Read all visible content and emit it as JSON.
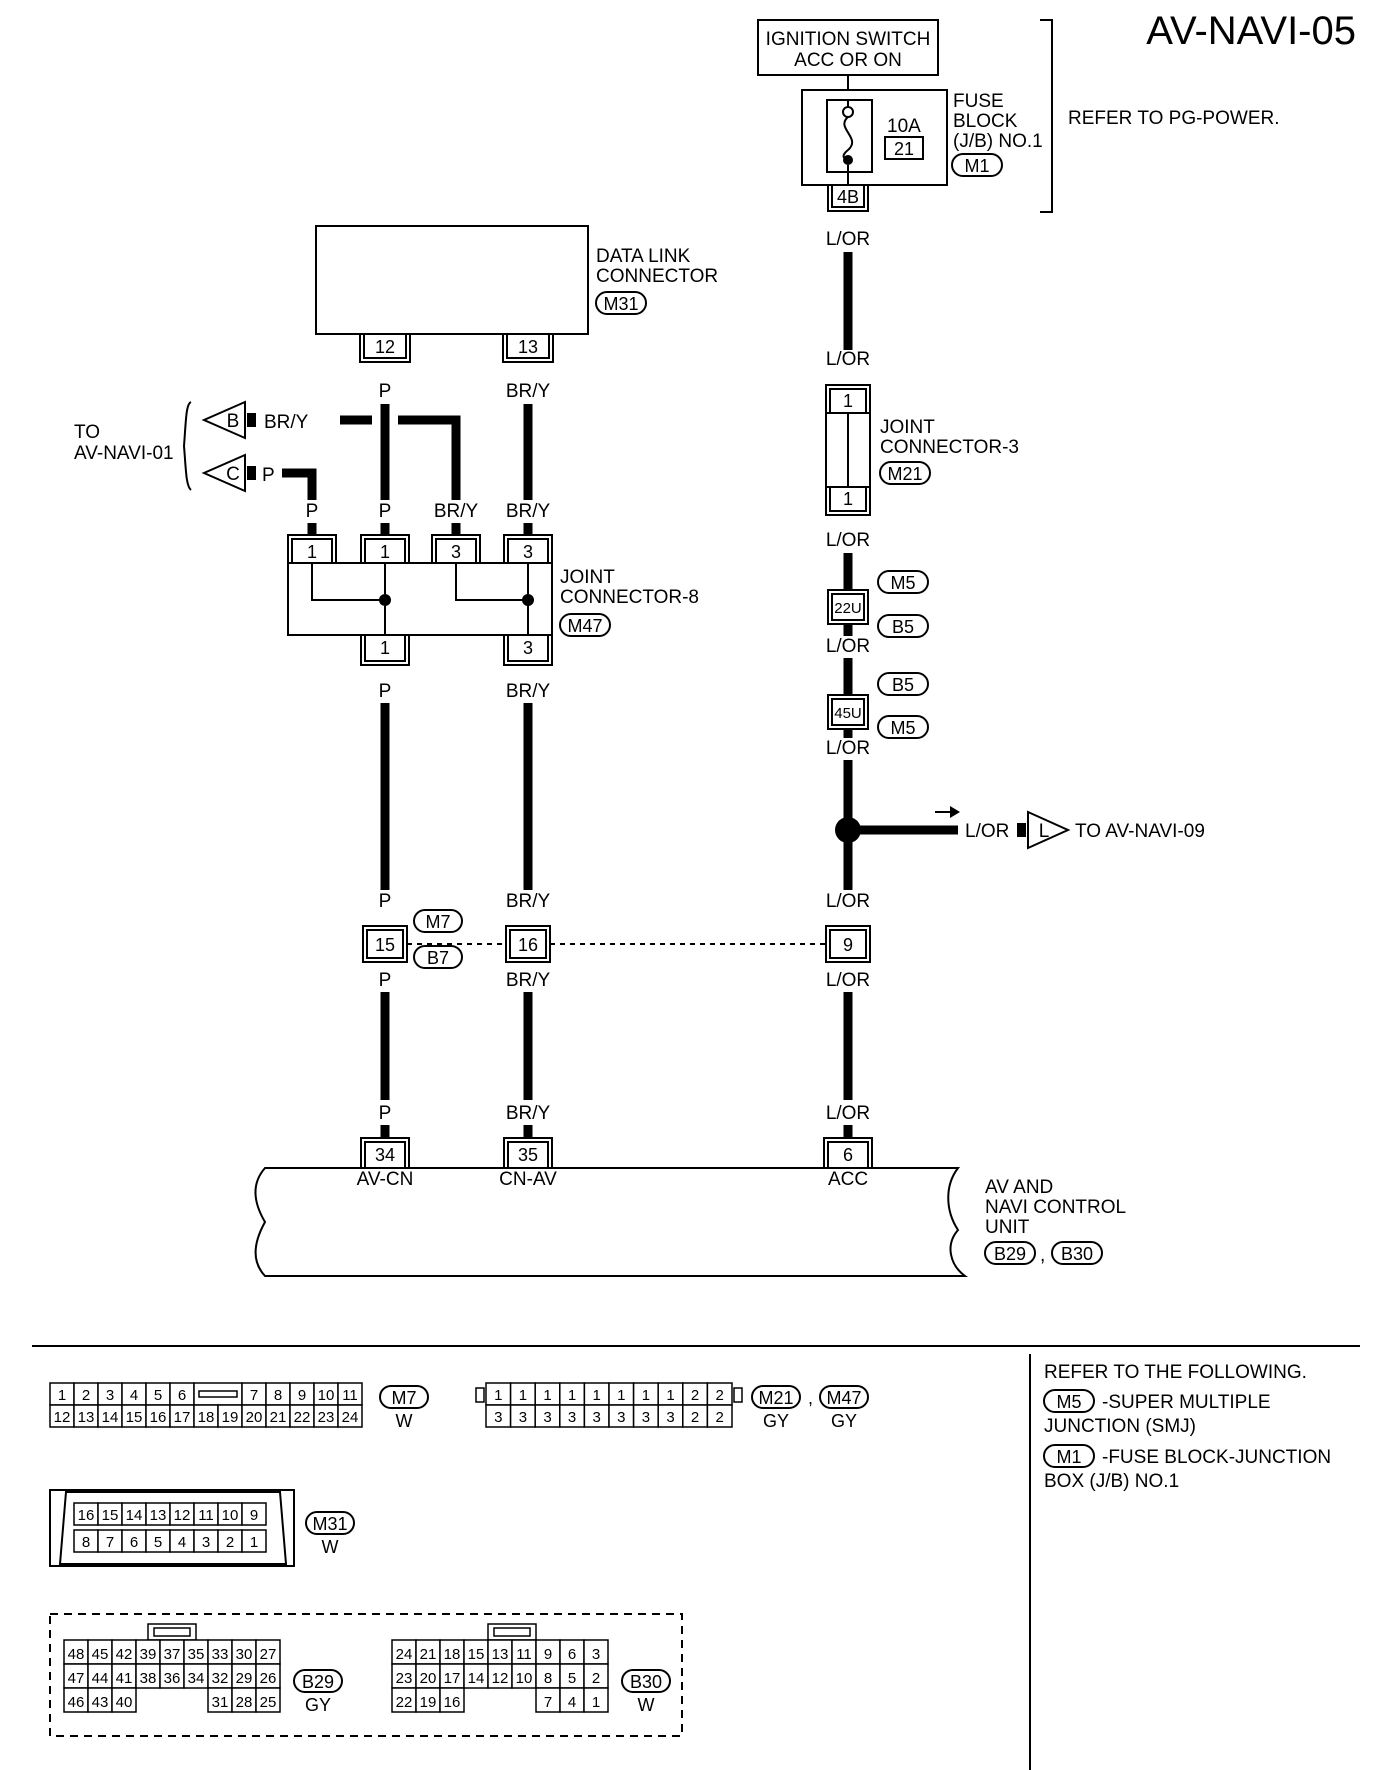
{
  "page_title": "AV-NAVI-05",
  "ignition": {
    "line1": "IGNITION SWITCH",
    "line2": "ACC OR ON"
  },
  "fuse": {
    "line1": "FUSE",
    "line2": "BLOCK",
    "line3": "(J/B) NO.1",
    "rating": "10A",
    "number": "21",
    "conn": "M1",
    "terminal": "4B"
  },
  "refer_pg": "REFER TO PG-POWER.",
  "dlc": {
    "line1": "DATA LINK",
    "line2": "CONNECTOR",
    "conn": "M31",
    "pin_a": "12",
    "pin_b": "13"
  },
  "to_navi01": {
    "line1": "TO",
    "line2": "AV-NAVI-01",
    "arrow_b": "B",
    "arrow_c": "C"
  },
  "jc3": {
    "line1": "JOINT",
    "line2": "CONNECTOR-3",
    "conn": "M21",
    "pin_top": "1",
    "pin_bot": "1"
  },
  "jc8": {
    "line1": "JOINT",
    "line2": "CONNECTOR-8",
    "conn": "M47",
    "top_pins": [
      "1",
      "1",
      "3",
      "3"
    ],
    "bottom_pins": [
      "1",
      "3"
    ]
  },
  "colors": {
    "p": "P",
    "bry": "BR/Y",
    "lor": "L/OR"
  },
  "smj": {
    "pin22": "22U",
    "pin45": "45U",
    "conn_m5": "M5",
    "conn_b5": "B5"
  },
  "branch": {
    "arrow": "L",
    "to": "TO AV-NAVI-09"
  },
  "inline": {
    "conn_m7": "M7",
    "conn_b7": "B7",
    "pins": [
      "15",
      "16",
      "9"
    ]
  },
  "unit": {
    "pins": [
      "34",
      "35",
      "6"
    ],
    "pin_names": [
      "AV-CN",
      "CN-AV",
      "ACC"
    ],
    "line1": "AV AND",
    "line2": "NAVI CONTROL",
    "line3": "UNIT",
    "conn1": "B29",
    "conn2": "B30",
    "sep": ","
  },
  "connector_views": {
    "m7": {
      "id": "M7",
      "color": "W",
      "row1": [
        "1",
        "2",
        "3",
        "4",
        "5",
        "6",
        "",
        "7",
        "8",
        "9",
        "10",
        "11"
      ],
      "row2": [
        "12",
        "13",
        "14",
        "15",
        "16",
        "17",
        "18",
        "19",
        "20",
        "21",
        "22",
        "23",
        "24"
      ]
    },
    "m21": {
      "id": "M21",
      "color": "GY",
      "sep": ","
    },
    "m47": {
      "id": "M47",
      "color": "GY",
      "row1": [
        "1",
        "1",
        "1",
        "1",
        "1",
        "1",
        "1",
        "1",
        "2",
        "2"
      ],
      "row2": [
        "3",
        "3",
        "3",
        "3",
        "3",
        "3",
        "3",
        "3",
        "2",
        "2"
      ]
    },
    "m31": {
      "id": "M31",
      "color": "W",
      "row1": [
        "16",
        "15",
        "14",
        "13",
        "12",
        "11",
        "10",
        "9"
      ],
      "row2": [
        "8",
        "7",
        "6",
        "5",
        "4",
        "3",
        "2",
        "1"
      ]
    },
    "b29": {
      "id": "B29",
      "color": "GY",
      "row1": [
        "48",
        "45",
        "42",
        "39",
        "37",
        "35",
        "33",
        "30",
        "27"
      ],
      "row2": [
        "47",
        "44",
        "41",
        "38",
        "36",
        "34",
        "32",
        "29",
        "26"
      ],
      "row3a": [
        "46",
        "43",
        "40"
      ],
      "row3b": [
        "31",
        "28",
        "25"
      ]
    },
    "b30": {
      "id": "B30",
      "color": "W",
      "row1": [
        "24",
        "21",
        "18",
        "15",
        "13",
        "11",
        "9",
        "6",
        "3"
      ],
      "row2": [
        "23",
        "20",
        "17",
        "14",
        "12",
        "10",
        "8",
        "5",
        "2"
      ],
      "row3a": [
        "22",
        "19",
        "16"
      ],
      "row3b": [
        "7",
        "4",
        "1"
      ]
    }
  },
  "refer_following": {
    "heading": "REFER TO THE FOLLOWING.",
    "item1_conn": "M5",
    "item1_l1": "-SUPER MULTIPLE",
    "item1_l2": "JUNCTION (SMJ)",
    "item2_conn": "M1",
    "item2_l1": "-FUSE BLOCK-JUNCTION",
    "item2_l2": "BOX (J/B) NO.1"
  }
}
